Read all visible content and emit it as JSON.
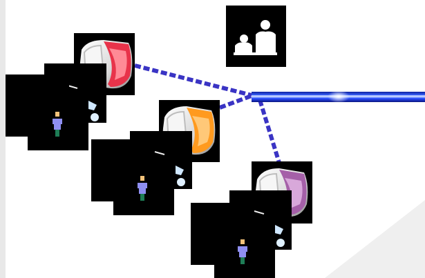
{
  "scene": {
    "nodes": [
      {
        "id": "computer-red",
        "accent": "#e8334a",
        "accent_light": "#ff8a96"
      },
      {
        "id": "computer-orange",
        "accent": "#ff9a1f",
        "accent_light": "#ffc878"
      },
      {
        "id": "computer-purple",
        "accent": "#a560a8",
        "accent_light": "#d8a8da"
      }
    ],
    "colors": {
      "background": "#ffffff",
      "page_edge": "#e5e5e5",
      "corner_shade": "#eeeeee",
      "link_dashes": "#3a34c4",
      "network_bar_blue": "#1c3ff0",
      "network_bar_light": "#7fa0ff",
      "network_bar_glow": "#ffffff",
      "tile_background": "#000000",
      "figure_skin": "#f3c27a",
      "figure_shirt": "#8f8ff2",
      "figure_legs": "#1e7d56"
    },
    "icons": [
      "user-group-icon",
      "computer-icon",
      "person-sprite-icon",
      "network-bar-icon",
      "dashed-link-icon"
    ]
  }
}
